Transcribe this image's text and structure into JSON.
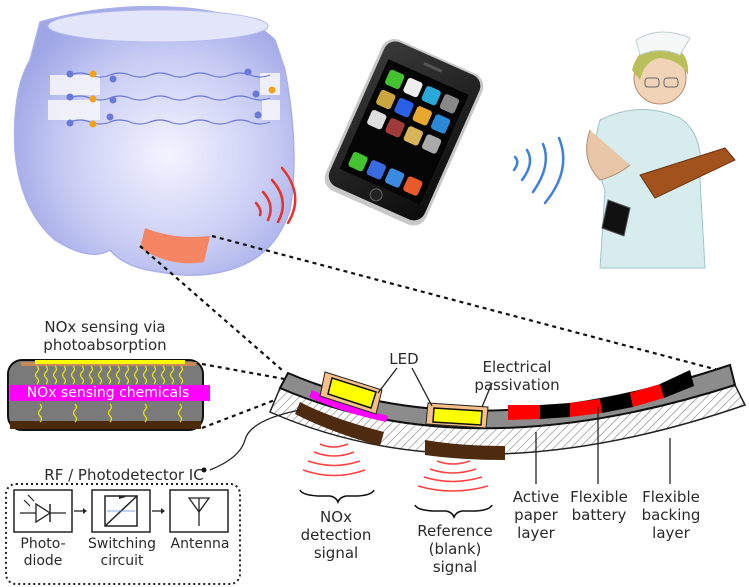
{
  "illustrations": {
    "diaper": "smart-diaper",
    "phone": "smartphone",
    "nurse": "nurse-with-clipboard-and-phone",
    "signal_left_color": "#e8322a",
    "signal_right_color": "#3f7fe0",
    "sensor_patch_color": "#f58563"
  },
  "inset": {
    "title_line1": "NOx sensing via",
    "title_line2": "photoabsorption",
    "chemical_layer_label": "NOx sensing chemicals",
    "colors": {
      "body": "#7a7a7a",
      "chemicals": "#ff00ff",
      "led_strip": "#ffff00",
      "base": "#4a2a0a"
    }
  },
  "ic": {
    "title": "RF / Photodetector IC",
    "blocks": [
      {
        "icon": "photodiode-icon",
        "label_line1": "Photo-",
        "label_line2": "diode"
      },
      {
        "icon": "switching-circuit-icon",
        "label_line1": "Switching",
        "label_line2": "circuit"
      },
      {
        "icon": "antenna-icon",
        "label_line1": "Antenna",
        "label_line2": ""
      }
    ]
  },
  "sensor_strip": {
    "labels": {
      "led": "LED",
      "passivation_line1": "Electrical",
      "passivation_line2": "passivation"
    },
    "colors": {
      "paper": "#8c8c8c",
      "led_housing": "#f6c08a",
      "led": "#ffff00",
      "photodetector": "#4e2a0e",
      "battery_red": "#ff0000",
      "battery_black": "#000000",
      "signal": "#ff4040"
    }
  },
  "signals": [
    {
      "line1": "NOx",
      "line2": "detection",
      "line3": "signal"
    },
    {
      "line1": "Reference",
      "line2": "(blank)",
      "line3": "signal"
    }
  ],
  "layers": [
    {
      "line1": "Active",
      "line2": "paper",
      "line3": "layer"
    },
    {
      "line1": "Flexible",
      "line2": "battery",
      "line3": ""
    },
    {
      "line1": "Flexible",
      "line2": "backing",
      "line3": "layer"
    }
  ]
}
